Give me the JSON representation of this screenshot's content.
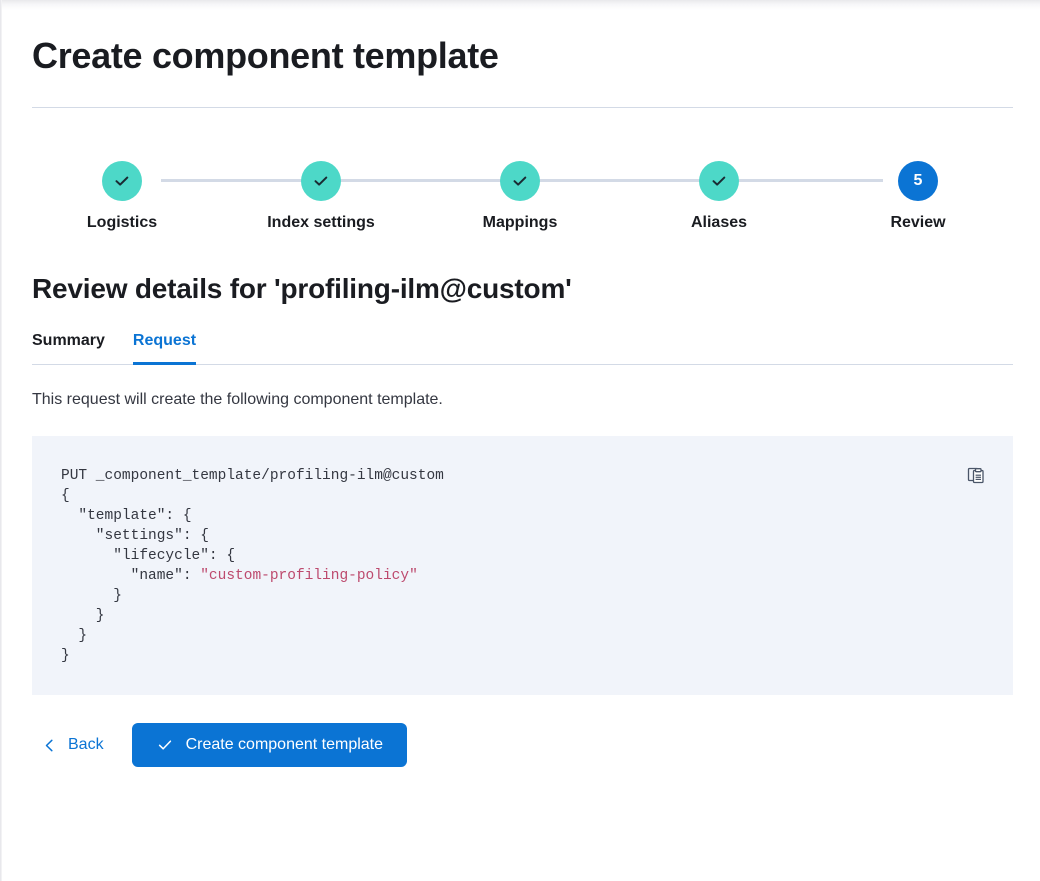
{
  "page": {
    "title": "Create component template"
  },
  "stepper": {
    "accent_done_color": "#4DD8C8",
    "accent_current_color": "#0B74D4",
    "track_color": "#D3DAE6",
    "steps": [
      {
        "label": "Logistics",
        "number": "1",
        "state": "done"
      },
      {
        "label": "Index settings",
        "number": "2",
        "state": "done"
      },
      {
        "label": "Mappings",
        "number": "3",
        "state": "done"
      },
      {
        "label": "Aliases",
        "number": "4",
        "state": "done"
      },
      {
        "label": "Review",
        "number": "5",
        "state": "current"
      }
    ]
  },
  "review": {
    "heading": "Review details for 'profiling-ilm@custom'",
    "tabs": [
      {
        "label": "Summary",
        "active": false
      },
      {
        "label": "Request",
        "active": true
      }
    ],
    "description": "This request will create the following component template.",
    "request": {
      "method_line": "PUT _component_template/profiling-ilm@custom",
      "body_lines": [
        "{",
        "  \"template\": {",
        "    \"settings\": {",
        "      \"lifecycle\": {",
        "        \"name\": ",
        "      }",
        "    }",
        "  }",
        "}"
      ],
      "string_value": "\"custom-profiling-policy\"",
      "full_text": "PUT _component_template/profiling-ilm@custom\n{\n  \"template\": {\n    \"settings\": {\n      \"lifecycle\": {\n        \"name\": \"custom-profiling-policy\"\n      }\n    }\n  }\n}",
      "copy_icon": "copy-clipboard-icon",
      "string_color": "#BD4A6E",
      "background_color": "#F1F4FA"
    }
  },
  "footer": {
    "back_label": "Back",
    "back_icon": "chevron-left-icon",
    "submit_label": "Create component template",
    "submit_icon": "check-icon",
    "submit_color": "#0B74D4"
  }
}
